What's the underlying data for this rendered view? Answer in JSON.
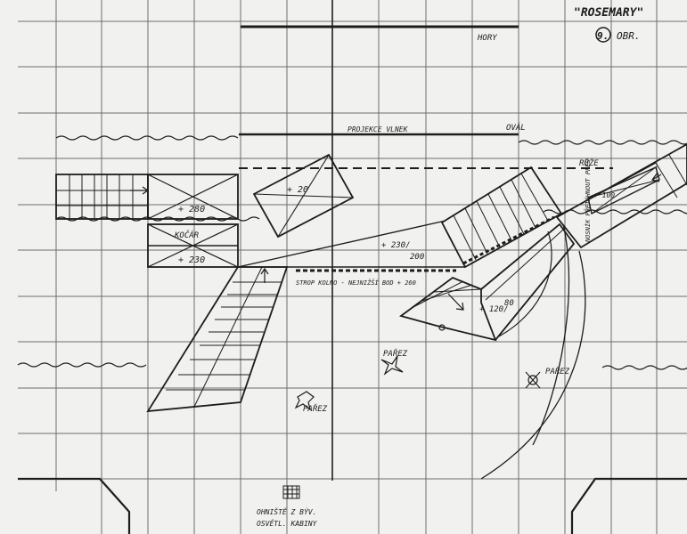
{
  "header": {
    "title": "\"ROSEMARY\"",
    "figure_number": "9.",
    "figure_suffix": "OBR."
  },
  "labels": {
    "hory": "HORY",
    "projekce_vlnek": "PROJEKCE VLNEK",
    "oval": "OVÁL",
    "ruze": "RŮŽE",
    "kocar": "KOČÁR",
    "strop": "STROP KOLNO - NEJNIŽŠÍ BOD + 260",
    "nosnik": "NOSNÍK PŘETÁHNOUT PŘES",
    "parez_1": "PAŘEZ",
    "parez_2": "PAŘEZ",
    "parez_3": "PAŘEZ",
    "ohniste_line1": "OHNIŠTĚ Z BÝV.",
    "ohniste_line2": "OSVĚTL. KABINY"
  },
  "heights": {
    "h280": "+ 280",
    "h230": "+ 230",
    "h20": "+ 20",
    "h230_200": "+ 230/",
    "h230_200_b": "200",
    "h120_80": "+ 120/",
    "h120_80_b": "80",
    "h100": "+ 100"
  }
}
